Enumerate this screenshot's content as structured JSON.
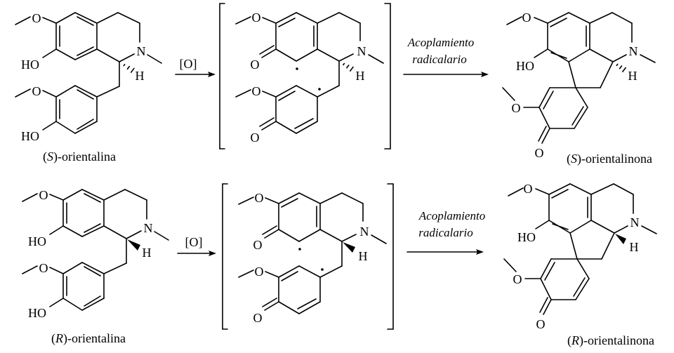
{
  "atoms": {
    "O": "O",
    "HO": "HO",
    "N": "N",
    "H": "H"
  },
  "reagent": "[O]",
  "coupling": {
    "line1": "Acoplamiento",
    "line2": "radicalario"
  },
  "rows": [
    {
      "start": {
        "open": "(",
        "stereo": "S",
        "name": ")-orientalina"
      },
      "product": {
        "open": "(",
        "stereo": "S",
        "name": ")-orientalinona"
      }
    },
    {
      "start": {
        "open": "(",
        "stereo": "R",
        "name": ")-orientalina"
      },
      "product": {
        "open": "(",
        "stereo": "R",
        "name": ")-orientalinona"
      }
    }
  ]
}
